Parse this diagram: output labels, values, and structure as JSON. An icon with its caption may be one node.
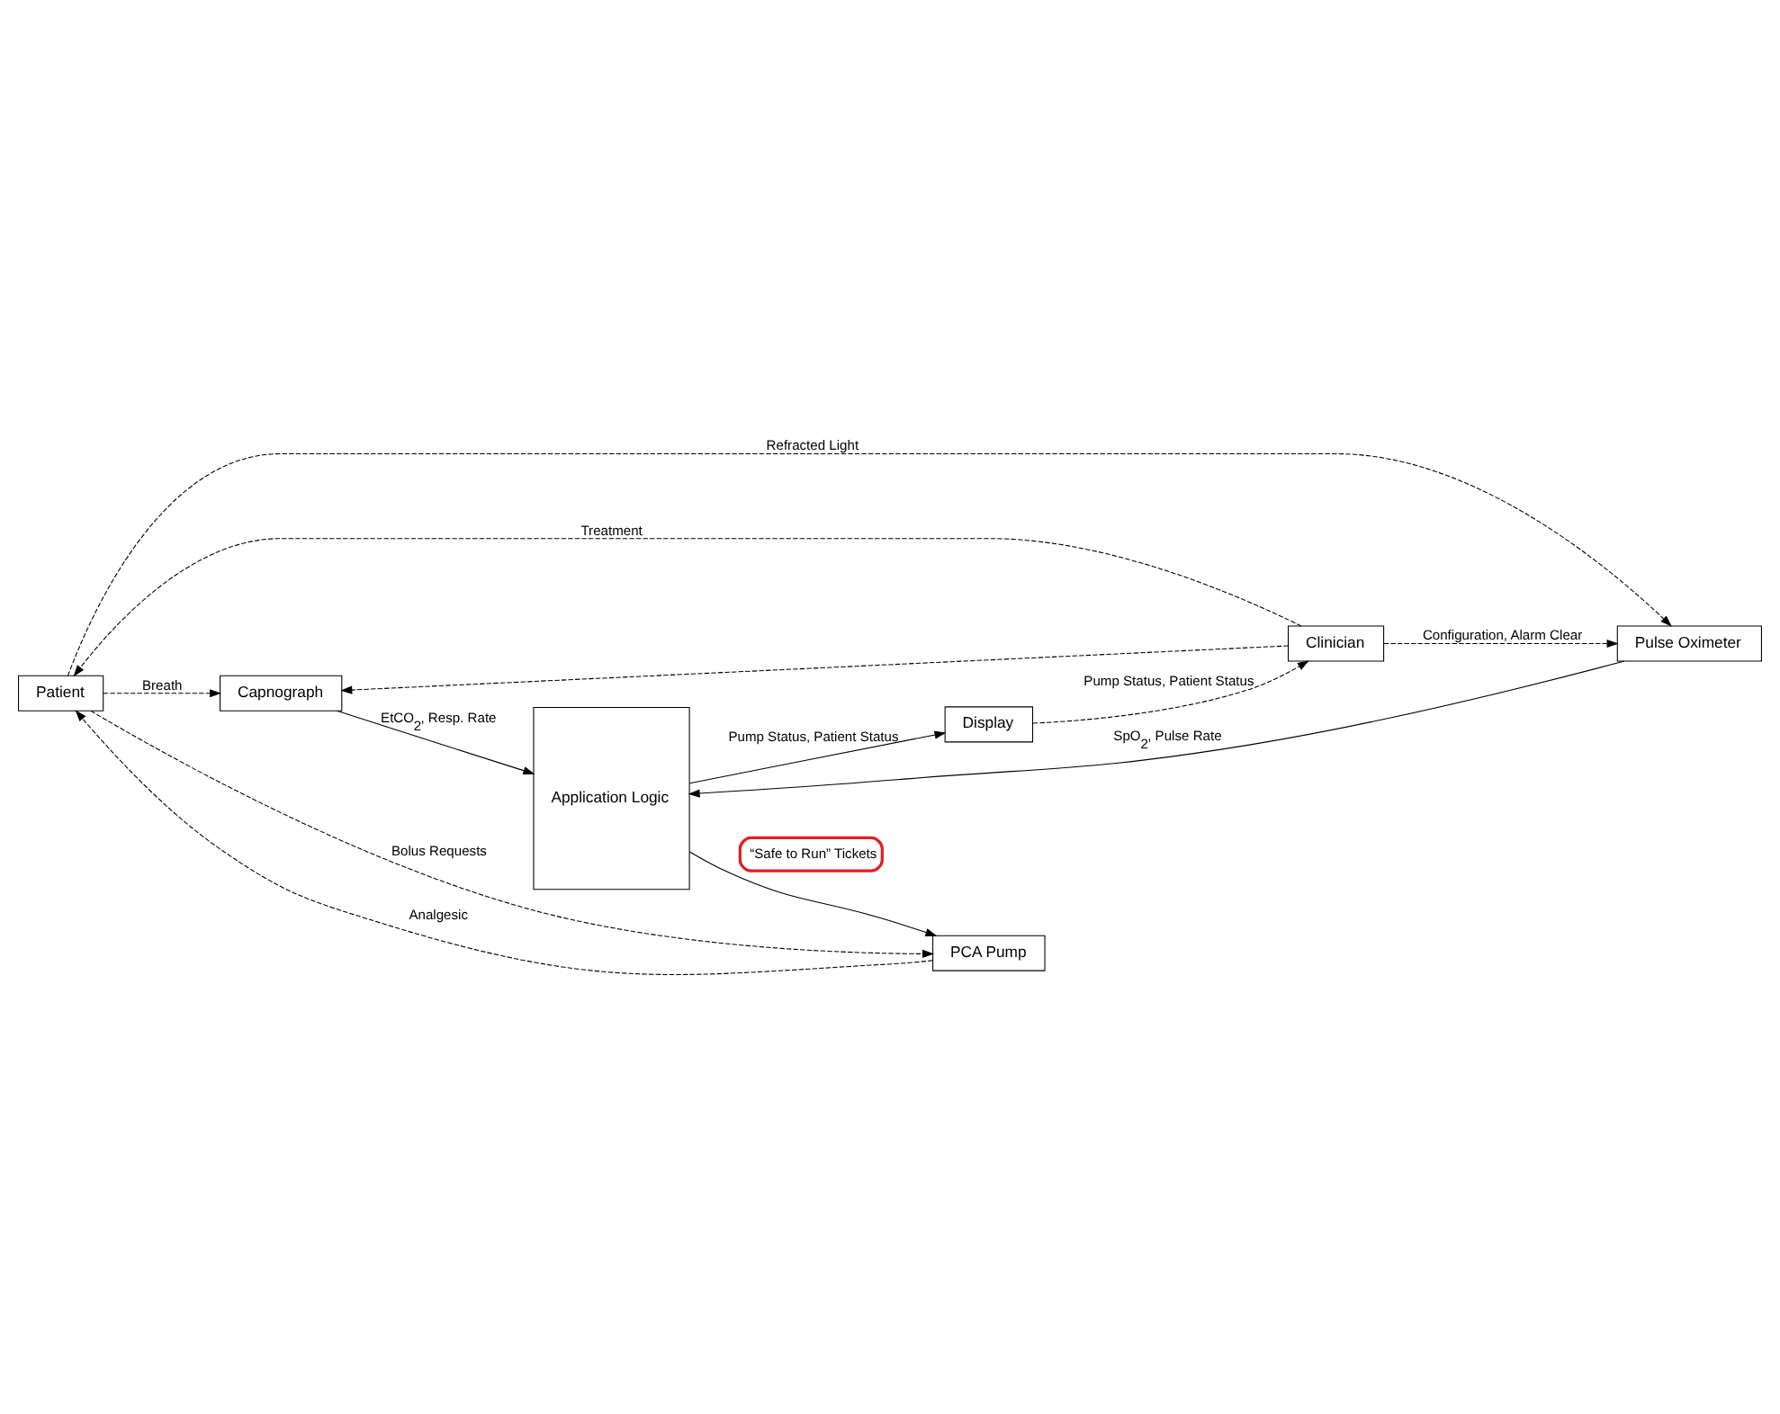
{
  "diagram": {
    "nodes": [
      {
        "text": [
          "Patient"
        ]
      },
      {
        "text": [
          "Capnograph"
        ]
      },
      {
        "text": [
          "Pulse Oximeter"
        ]
      },
      {
        "text": [
          "Application Logic"
        ]
      },
      {
        "text": [
          "PCA Pump"
        ]
      },
      {
        "text": [
          "Display"
        ]
      },
      {
        "text": [
          "Clinician"
        ]
      }
    ],
    "edges": [
      {
        "from": 0,
        "to": 2,
        "arrow": "to",
        "style": "dashed",
        "label": "Refracted Light"
      },
      {
        "from": 0,
        "to": 1,
        "arrow": "to",
        "style": "dashed",
        "label": "Breath"
      },
      {
        "from": 0,
        "to": 4,
        "arrow": "to",
        "style": "dashed",
        "label": "Bolus Requests"
      },
      {
        "from": 4,
        "to": 0,
        "arrow": "to",
        "style": "dashed",
        "label": "Analgesic"
      },
      {
        "from": 6,
        "to": 0,
        "arrow": "to",
        "style": "dashed",
        "label": "Treatment"
      },
      {
        "from": 1,
        "to": 3,
        "arrow": "to",
        "label": "EtCO$_{2}$, Resp. Rate"
      },
      {
        "from": 2,
        "to": 3,
        "arrow": "to",
        "label": "SpO$_{2}$, Pulse Rate"
      },
      {
        "from": 3,
        "to": 4,
        "arrow": "to",
        "label": "“Safe to Run” Tickets"
      },
      {
        "from": 3,
        "to": 5,
        "arrow": "to",
        "label": "Pump Status, Patient Status"
      },
      {
        "from": 5,
        "to": 6,
        "arrow": "to",
        "style": "dashed",
        "label": "Pump Status, Patient Status"
      },
      {
        "from": 6,
        "to": 2,
        "arrow": "to",
        "style": "dashed",
        "label": "Configuration, Alarm Clear"
      },
      {
        "from": 6,
        "to": 1,
        "arrow": "to",
        "style": "dashed"
      }
    ]
  }
}
